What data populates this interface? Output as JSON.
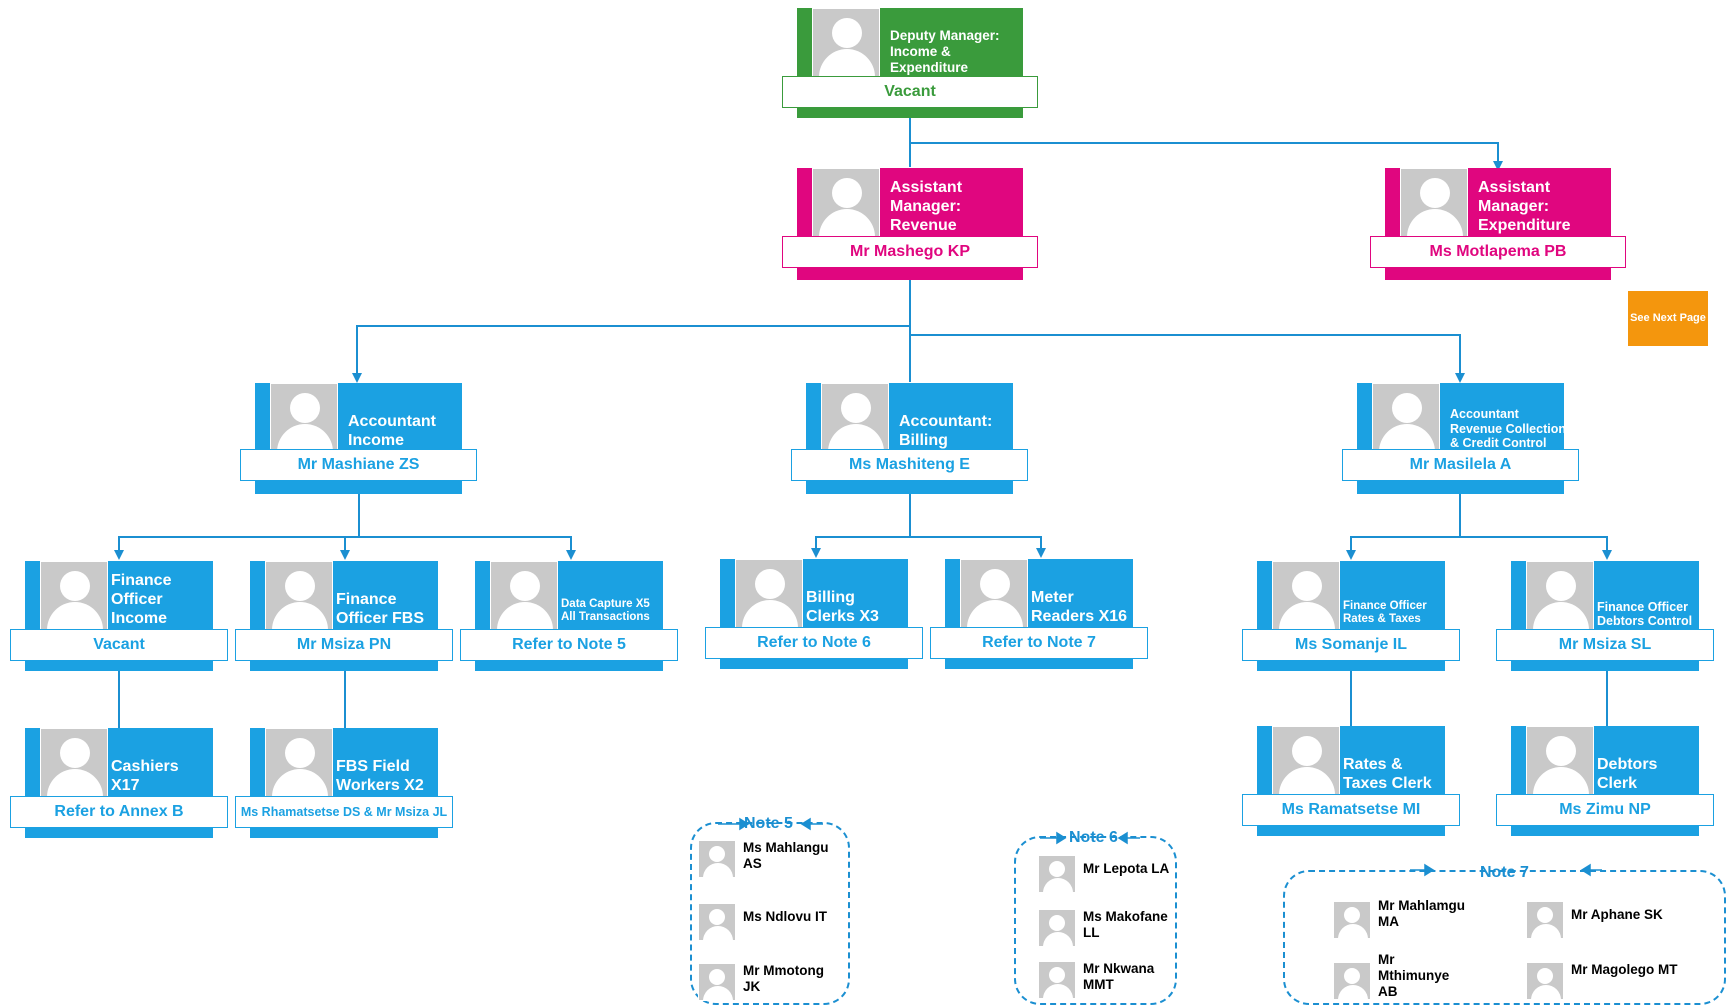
{
  "colors": {
    "green": "#3a9b3c",
    "pink": "#e0067f",
    "blue": "#1ba1e2",
    "orange": "#f4960d",
    "line": "#1b8fd1"
  },
  "cards": {
    "deputy": {
      "title": "Deputy Manager: Income & Expenditure",
      "name": "Vacant"
    },
    "am_revenue": {
      "title": "Assistant Manager: Revenue",
      "name": "Mr Mashego KP"
    },
    "am_expenditure": {
      "title": "Assistant Manager: Expenditure",
      "name": "Ms Motlapema PB"
    },
    "acc_income": {
      "title": "Accountant Income",
      "name": "Mr Mashiane ZS"
    },
    "acc_billing": {
      "title": "Accountant: Billing",
      "name": "Ms Mashiteng E"
    },
    "acc_revenue": {
      "title": "Accountant Revenue Collection & Credit Control",
      "name": "Mr Masilela A"
    },
    "fo_income": {
      "title": "Finance Officer Income",
      "name": "Vacant"
    },
    "fo_fbs": {
      "title": "Finance Officer FBS",
      "name": "Mr Msiza PN"
    },
    "data_capture": {
      "title": "Data Capture X5 All Transactions",
      "name": "Refer to Note 5"
    },
    "billing_clerks": {
      "title": "Billing Clerks X3",
      "name": "Refer to Note 6"
    },
    "meter_readers": {
      "title": "Meter Readers X16",
      "name": "Refer to Note 7"
    },
    "fo_rates": {
      "title": "Finance Officer Rates & Taxes",
      "name": "Ms Somanje IL"
    },
    "fo_debtors": {
      "title": "Finance Officer Debtors Control",
      "name": "Mr Msiza SL"
    },
    "cashiers": {
      "title": "Cashiers X17",
      "name": "Refer to Annex B"
    },
    "fbs_field": {
      "title": "FBS Field Workers X2",
      "name": "Ms Rhamatsetse DS & Mr Msiza JL"
    },
    "rates_clerk": {
      "title": "Rates & Taxes Clerk",
      "name": "Ms Ramatsetse MI"
    },
    "debtors_clerk": {
      "title": "Debtors Clerk",
      "name": "Ms Zimu NP"
    }
  },
  "see_next": "See Next Page",
  "notes": {
    "note5": {
      "title": "Note 5",
      "members": [
        "Ms Mahlangu AS",
        "Ms Ndlovu IT",
        "Mr Mmotong JK"
      ]
    },
    "note6": {
      "title": "Note 6",
      "members": [
        "Mr Lepota LA",
        "Ms Makofane LL",
        "Mr Nkwana MMT"
      ]
    },
    "note7": {
      "title": "Note 7",
      "members": [
        "Mr Mahlamgu MA",
        "Mr Aphane SK",
        "Mr Mthimunye AB",
        "Mr Magolego MT"
      ]
    }
  }
}
